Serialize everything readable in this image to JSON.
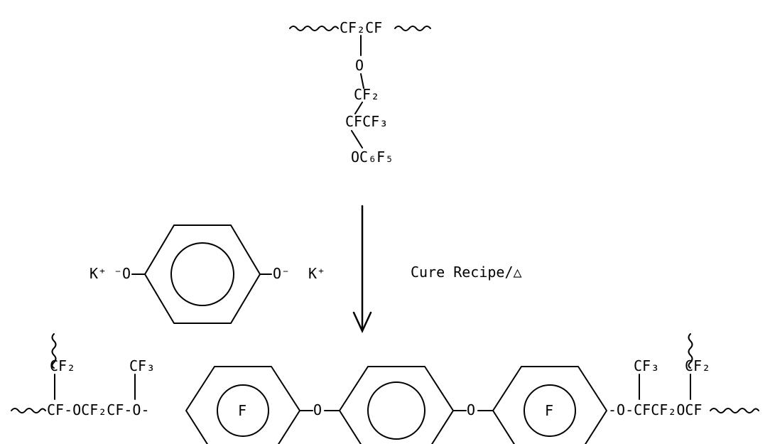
{
  "top_polymer": {
    "backbone": "CF₂CF",
    "o1": "O",
    "cf2": "CF₂",
    "cfcf3": "CFCF₃",
    "o_c6f5": "OC₆F₅"
  },
  "reagent": {
    "k_left": "K⁺",
    "o_left": "⁻O",
    "o_right": "O⁻",
    "k_right": "K⁺"
  },
  "condition": "Cure Recipe/△",
  "product": {
    "left_cf2": "CF₂",
    "left_cf3": "CF₃",
    "left_chain": "CF-OCF₂CF-O-",
    "ring_f": "F",
    "bridge_o": "O",
    "right_cf3": "CF₃",
    "right_cf2": "CF₂",
    "right_chain": "-O-CFCF₂OCF"
  }
}
